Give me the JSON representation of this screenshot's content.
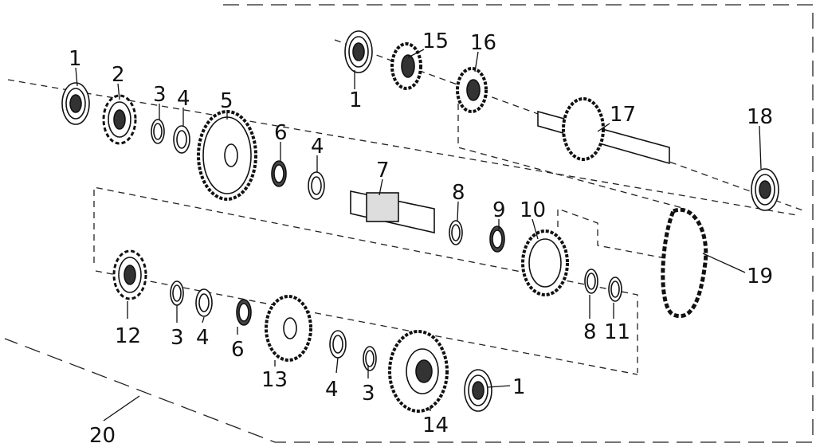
{
  "parts": [
    {
      "num": "1"
    },
    {
      "num": "2"
    },
    {
      "num": "3"
    },
    {
      "num": "4"
    },
    {
      "num": "5"
    },
    {
      "num": "6"
    },
    {
      "num": "7"
    },
    {
      "num": "8"
    },
    {
      "num": "9"
    },
    {
      "num": "10"
    },
    {
      "num": "11"
    },
    {
      "num": "12"
    },
    {
      "num": "13"
    },
    {
      "num": "14"
    },
    {
      "num": "15"
    },
    {
      "num": "16"
    },
    {
      "num": "17"
    },
    {
      "num": "18"
    },
    {
      "num": "19"
    },
    {
      "num": "20"
    }
  ]
}
